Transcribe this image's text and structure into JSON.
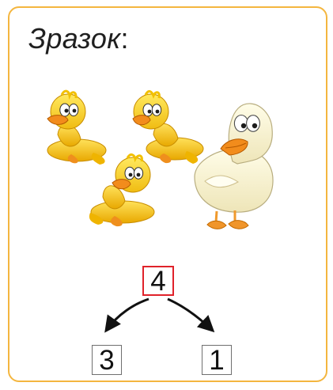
{
  "card": {
    "title_word": "Зразок",
    "title_punctuation": ":",
    "border_color": "#f4b63f"
  },
  "illustration": {
    "ducklings_count": 3,
    "adult_ducks_count": 1,
    "duckling_color": "#f5c400",
    "adult_duck_color": "#f3efc9",
    "beak_color": "#f28c1c"
  },
  "number_composition": {
    "total": "4",
    "parts": [
      "3",
      "1"
    ],
    "highlight_color": "#e0222a"
  }
}
